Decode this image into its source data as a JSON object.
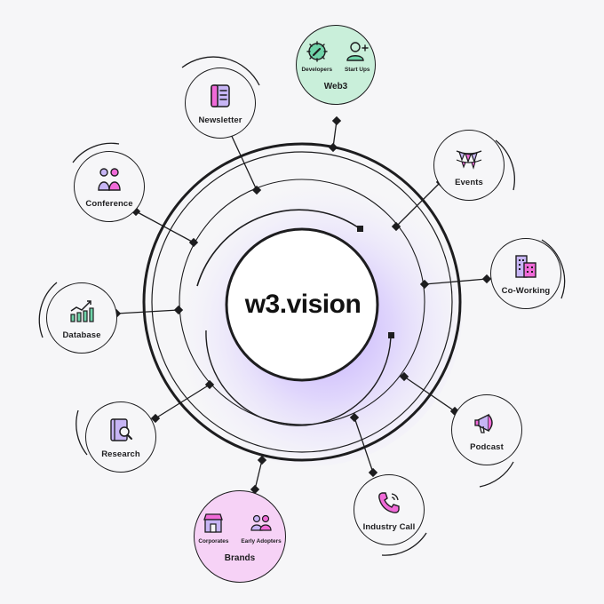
{
  "center": {
    "brand": "w3.vision"
  },
  "nodes": {
    "web3": {
      "label": "Web3",
      "subs": [
        "Developers",
        "Start Ups"
      ],
      "bg": "#c9efda"
    },
    "newsletter": {
      "label": "Newsletter"
    },
    "events": {
      "label": "Events"
    },
    "conference": {
      "label": "Conference"
    },
    "coworking": {
      "label": "Co-Working"
    },
    "database": {
      "label": "Database"
    },
    "research": {
      "label": "Research"
    },
    "podcast": {
      "label": "Podcast"
    },
    "industry_call": {
      "label": "Industry Call"
    },
    "brands": {
      "label": "Brands",
      "subs": [
        "Corporates",
        "Early Adopters"
      ],
      "bg": "#f6d2f6"
    }
  },
  "colors": {
    "ink": "#1d1d1f",
    "purple": "#b9a4f0",
    "purple_dark": "#8a6fe0",
    "pink": "#f06ad8",
    "green_icon": "#3fb48c",
    "glow": "#c9b8ff"
  },
  "icons": {
    "web3_left": "gear-wrench-icon",
    "web3_right": "user-plus-icon",
    "newsletter": "document-icon",
    "events": "bunting-icon",
    "conference": "people-icon",
    "coworking": "building-icon",
    "database": "chart-icon",
    "research": "book-search-icon",
    "podcast": "megaphone-icon",
    "industry_call": "phone-icon",
    "brands_left": "storefront-icon",
    "brands_right": "group-icon"
  }
}
